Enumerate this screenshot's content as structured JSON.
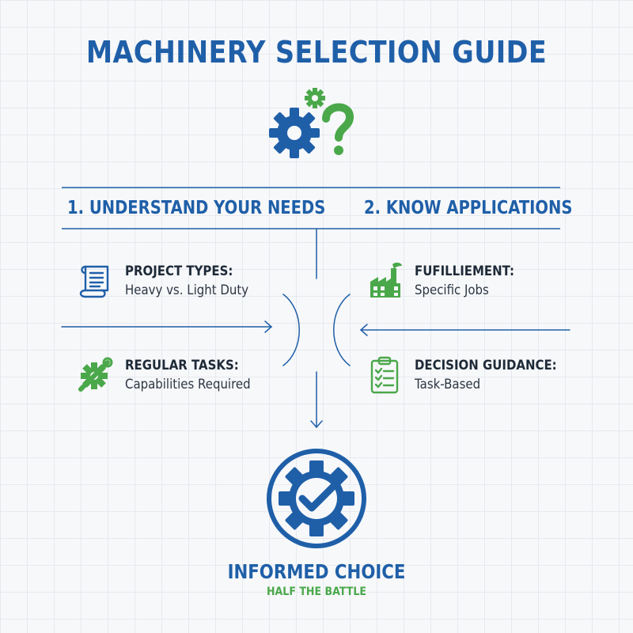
{
  "title": "MACHINERY SELECTION GUIDE",
  "headings": {
    "left": "1. UNDERSTAND YOUR NEEDS",
    "right": "2. KNOW APPLICATIONS"
  },
  "items": {
    "project_types": {
      "title": "PROJECT TYPES:",
      "subtitle": "Heavy vs. Light Duty",
      "icon": "blueprint-scroll-icon"
    },
    "regular_tasks": {
      "title": "REGULAR TASKS:",
      "subtitle": "Capabilities Required",
      "icon": "wrench-gear-icon"
    },
    "fulfillment": {
      "title": "FUFILLIEMENT:",
      "subtitle": "Specific Jobs",
      "icon": "factory-icon"
    },
    "decision_guidance": {
      "title": "DECISION GUIDANCE:",
      "subtitle": "Task-Based",
      "icon": "checklist-clipboard-icon"
    }
  },
  "result": {
    "title": "INFORMED CHOICE",
    "subtitle": "HALF THE BATTLE",
    "icon": "gear-check-icon"
  },
  "colors": {
    "blue": "#1f5fa8",
    "green": "#4aa84a",
    "text": "#1e2a38"
  }
}
